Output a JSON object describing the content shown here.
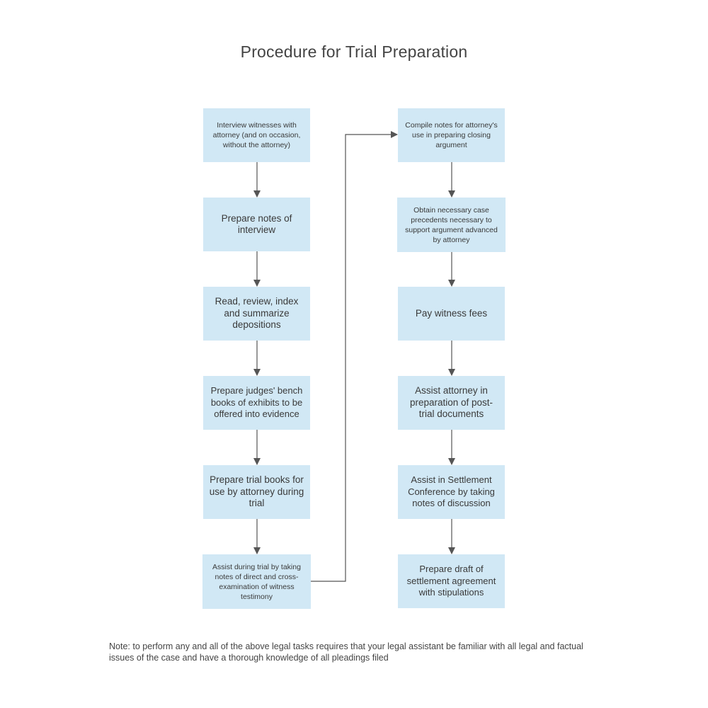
{
  "title": "Procedure for Trial Preparation",
  "colors": {
    "box_fill": "#d1e8f5",
    "connector": "#555555",
    "text": "#3a3a3a"
  },
  "left_column": [
    {
      "text": "Interview witnesses with attorney (and on occasion, without the attorney)"
    },
    {
      "text": "Prepare notes of interview"
    },
    {
      "text": "Read, review, index and summarize depositions"
    },
    {
      "text": "Prepare judges' bench books of exhibits to be offered into evidence"
    },
    {
      "text": "Prepare trial books for use by attorney during trial"
    },
    {
      "text": "Assist during trial by taking notes of direct and cross-examination of witness testimony"
    }
  ],
  "right_column": [
    {
      "text": "Compile notes for attorney's use in preparing closing argument"
    },
    {
      "text": "Obtain necessary case precedents necessary to support argument advanced by attorney"
    },
    {
      "text": "Pay witness fees"
    },
    {
      "text": "Assist attorney in preparation of post-trial documents"
    },
    {
      "text": "Assist in Settlement Conference by taking notes of discussion"
    },
    {
      "text": "Prepare draft of settlement agreement with stipulations"
    }
  ],
  "note": "Note: to perform any and all of the above legal tasks requires that your legal assistant be familiar with all legal and factual issues of the case and have a thorough knowledge of all pleadings filed"
}
